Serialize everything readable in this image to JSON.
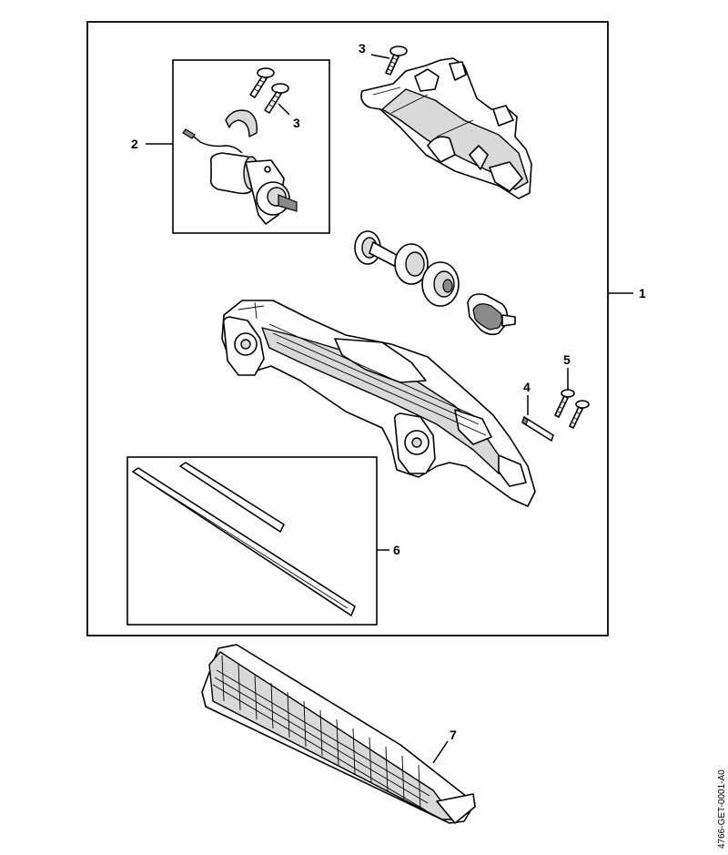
{
  "callouts": {
    "c1": "1",
    "c2": "2",
    "c3a": "3",
    "c3b": "3",
    "c4": "4",
    "c5": "5",
    "c6": "6",
    "c7": "7"
  },
  "drawing_code": "4766-GET-0001-A0"
}
